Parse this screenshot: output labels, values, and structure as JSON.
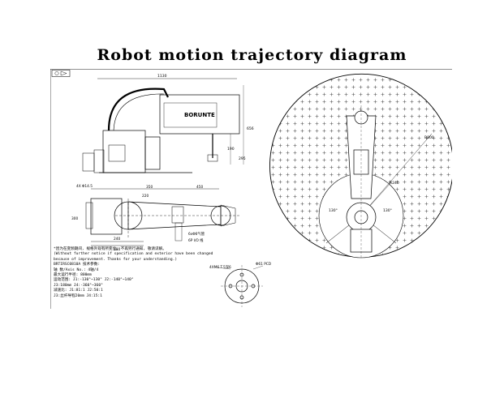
{
  "title": "Robot motion trajectory diagram",
  "top_view": {
    "dim_top": "1130",
    "dim_right": "656",
    "dim_mid_right": "190",
    "dim_low_right": "295",
    "brand": "BORUNTE"
  },
  "side_view": {
    "dim_left_1": "4X Φ14.5",
    "dim_350": "350",
    "dim_450": "450",
    "dim_220": "220",
    "dim_left_side": "300",
    "dim_bottom_1": "240",
    "dim_bottom_2": "280",
    "cable_label": "6xΦ6气管",
    "io_label": "6P I/O 线"
  },
  "notes": [
    "*因为在变频期间, 规格外观有所变化, 不再另行通知, 敬请谅解。",
    "(Without further notice if specification and exterior have been changed",
    " because of improvement. Thanks for your understanding.)",
    "BRTIRSC0810A 技术参数:",
    "轴 数/Axis No.: 4轴/4",
    "最大运行半径: 800mm",
    "运动范围:  J1:-130°~130°   J2:-140°~140°",
    "           J3:180mm         J4:-360°~360°",
    "减速比:  J1:81:1           J2:50:1",
    "         J3:丝杆导程20mm  J4:15:1"
  ],
  "flange": {
    "label_left": "4XM6 T.5深6",
    "label_right": "Φ61 PCD"
  },
  "workspace": {
    "radius_label": "R800",
    "inner_radius_label": "R240",
    "angle_left": "130°",
    "angle_right": "130°"
  }
}
